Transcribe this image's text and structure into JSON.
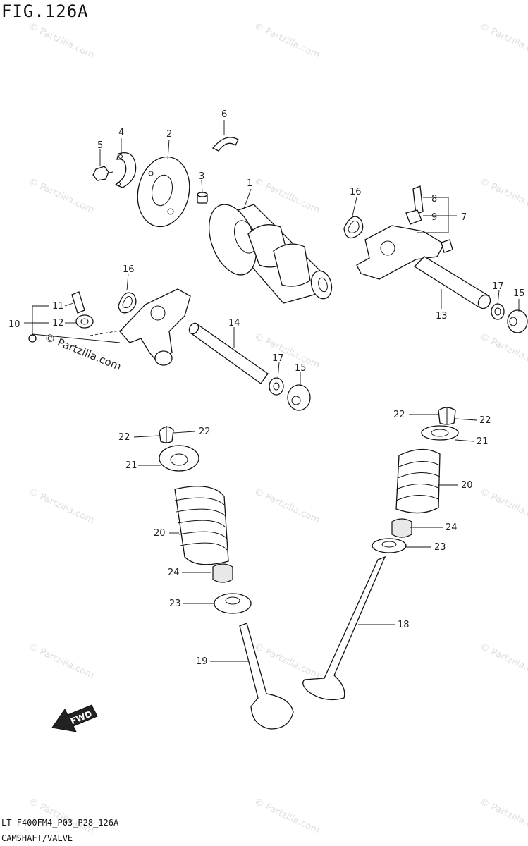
{
  "figure": {
    "title": "FIG.126A",
    "code": "LT-F400FM4_P03_P28_126A",
    "name": "CAMSHAFT/VALVE",
    "watermark": "© Partzilla.com",
    "brand_overlay": "© Partzilla.com",
    "fwd_label": "FWD"
  },
  "callouts": [
    "1",
    "2",
    "3",
    "4",
    "5",
    "6",
    "7",
    "8",
    "9",
    "10",
    "11",
    "12",
    "13",
    "14",
    "15",
    "15",
    "16",
    "16",
    "17",
    "17",
    "18",
    "19",
    "20",
    "20",
    "21",
    "21",
    "22",
    "22",
    "22",
    "22",
    "23",
    "23",
    "24",
    "24"
  ]
}
